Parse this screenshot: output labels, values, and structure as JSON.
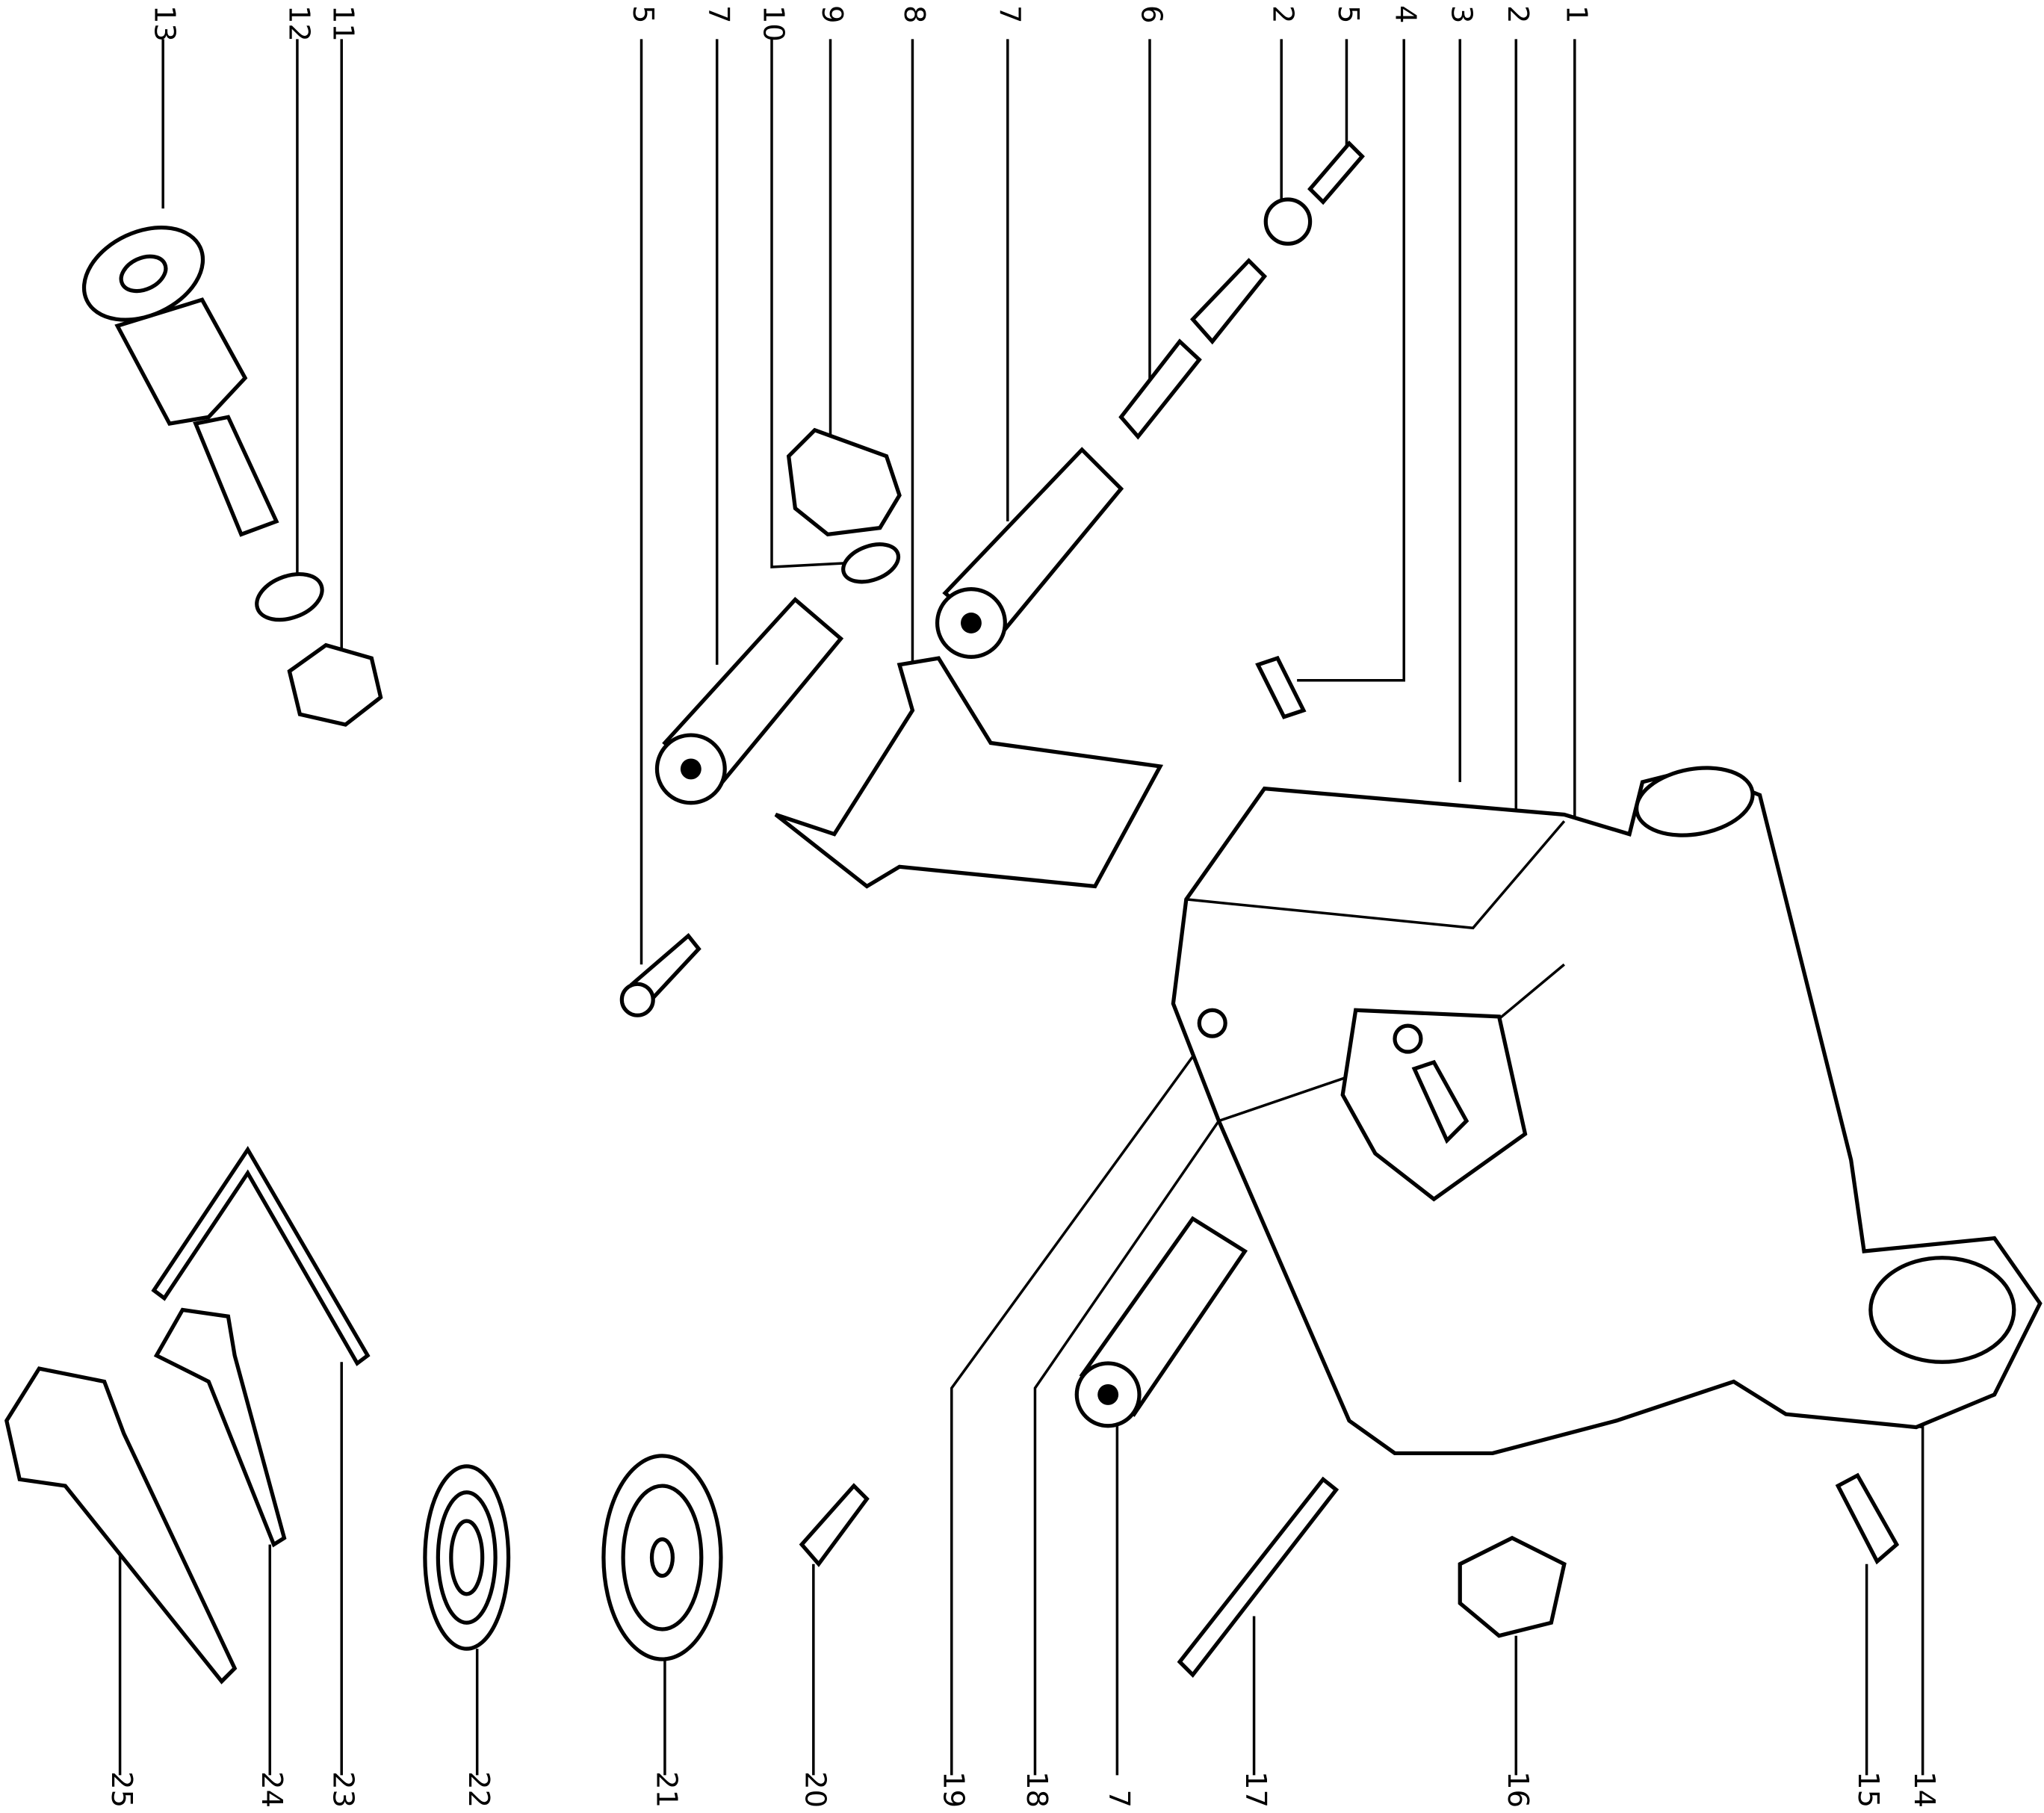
{
  "diagram": {
    "top_labels": [
      "13",
      "12",
      "11",
      "5",
      "7",
      "10",
      "9",
      "8",
      "7",
      "6",
      "2",
      "5",
      "4",
      "3",
      "2",
      "1"
    ],
    "bottom_labels": [
      "25",
      "24",
      "23",
      "22",
      "21",
      "20",
      "19",
      "18",
      "7",
      "17",
      "16",
      "15",
      "14"
    ]
  }
}
